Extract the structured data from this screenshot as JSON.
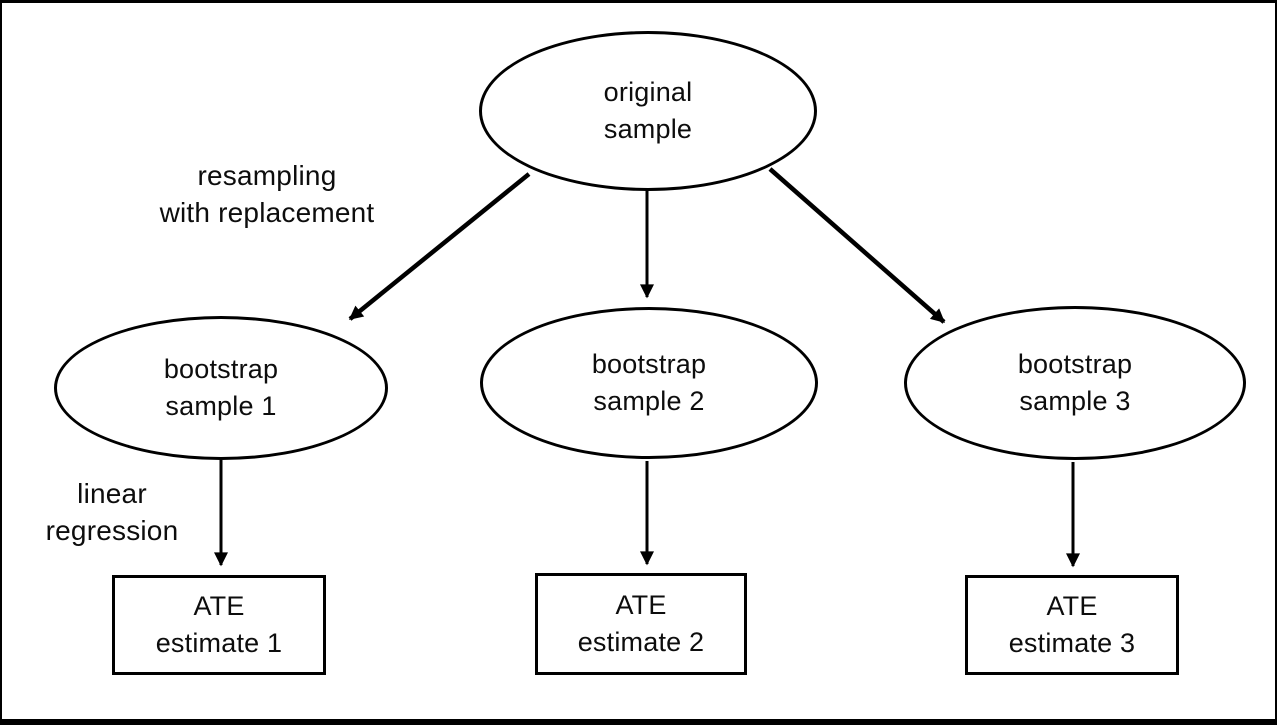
{
  "diagram": {
    "colors": {
      "stroke": "#000000",
      "text": "#0d0d0d",
      "background": "#ffffff"
    },
    "nodes": {
      "original": {
        "line1": "original",
        "line2": "sample"
      },
      "bootstrap1": {
        "line1": "bootstrap",
        "line2": "sample 1"
      },
      "bootstrap2": {
        "line1": "bootstrap",
        "line2": "sample 2"
      },
      "bootstrap3": {
        "line1": "bootstrap",
        "line2": "sample 3"
      },
      "ate1": {
        "line1": "ATE",
        "line2": "estimate 1"
      },
      "ate2": {
        "line1": "ATE",
        "line2": "estimate 2"
      },
      "ate3": {
        "line1": "ATE",
        "line2": "estimate 3"
      }
    },
    "annotations": {
      "resampling": {
        "line1": "resampling",
        "line2": "with replacement"
      },
      "regression": {
        "line1": "linear",
        "line2": "regression"
      }
    }
  }
}
